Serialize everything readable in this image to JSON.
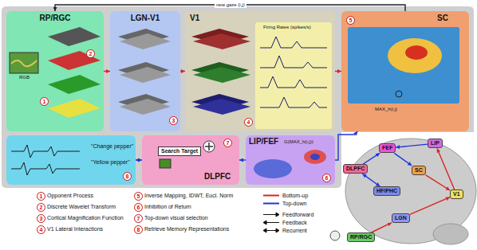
{
  "diagram": {
    "nodes": [
      {
        "text": [
          "RP/RGC"
        ]
      },
      {
        "text": [
          "LGN-V1"
        ]
      },
      {
        "text": [
          "V1"
        ]
      },
      {
        "text": [
          "SC"
        ]
      },
      {
        "text": [
          "\"Change pepper\"",
          "\"Yellow pepper\""
        ]
      },
      {
        "text": [
          "DLPFC"
        ]
      },
      {
        "text": [
          "Search Target"
        ],
        "in": 5
      },
      {
        "text": [
          "LIP/FEF"
        ]
      },
      {
        "text": [
          "LIP"
        ]
      },
      {
        "text": [
          "FEF"
        ]
      },
      {
        "text": [
          "DLPFC"
        ]
      },
      {
        "text": [
          "SC"
        ]
      },
      {
        "text": [
          "HF/PHC"
        ]
      },
      {
        "text": [
          "V1"
        ]
      },
      {
        "text": [
          "LGN"
        ]
      },
      {
        "text": [
          "RP/RGC"
        ]
      }
    ],
    "edges": [
      {
        "from": 0,
        "to": 1,
        "arrow": "to"
      },
      {
        "from": 1,
        "to": 2,
        "arrow": "to"
      },
      {
        "from": 2,
        "to": 3,
        "arrow": "to"
      },
      {
        "from": 3,
        "to": 0,
        "label": "new gaze (i,j)",
        "arrow": "to"
      },
      {
        "from": 4,
        "to": 5,
        "arrow": "both"
      },
      {
        "from": 7,
        "to": 5,
        "arrow": "to"
      },
      {
        "from": 7,
        "to": 3,
        "arrow": "to"
      },
      {
        "from": 15,
        "to": 14,
        "arrow": "to"
      },
      {
        "from": 14,
        "to": 13,
        "arrow": "to"
      },
      {
        "from": 13,
        "to": 8,
        "arrow": "to"
      },
      {
        "from": 8,
        "to": 9,
        "arrow": "to"
      },
      {
        "from": 10,
        "to": 9,
        "arrow": "to"
      },
      {
        "from": 12,
        "to": 10,
        "arrow": "both"
      },
      {
        "from": 9,
        "to": 11,
        "arrow": "to"
      },
      {
        "from": 11,
        "to": 13,
        "arrow": "to"
      }
    ],
    "labels": [
      "RGB",
      "Firing Rates (spikes/s)",
      "MAX_h(i,j)",
      "G(MAX_h(i,j))",
      "1",
      "2",
      "3",
      "4",
      "5",
      "6",
      "7",
      "8",
      "1",
      "2",
      "3",
      "4",
      "5",
      "6",
      "7",
      "8"
    ],
    "legend": [
      {
        "text": "Opponent Process"
      },
      {
        "text": "Discrete Wavelet Transform"
      },
      {
        "text": "Cortical Magnification Function"
      },
      {
        "text": "V1 Lateral Interactions"
      },
      {
        "text": "Inverse Mapping, IDWT, Eucl. Norm"
      },
      {
        "text": "Inhibition of Return"
      },
      {
        "text": "Top-down visual selection"
      },
      {
        "text": "Retrieve Memory Representations"
      },
      {
        "text": "Bottom-up"
      },
      {
        "text": "Top-down"
      },
      {
        "text": "Feedforward"
      },
      {
        "text": "Feedback"
      },
      {
        "text": "Recurrent"
      }
    ]
  }
}
